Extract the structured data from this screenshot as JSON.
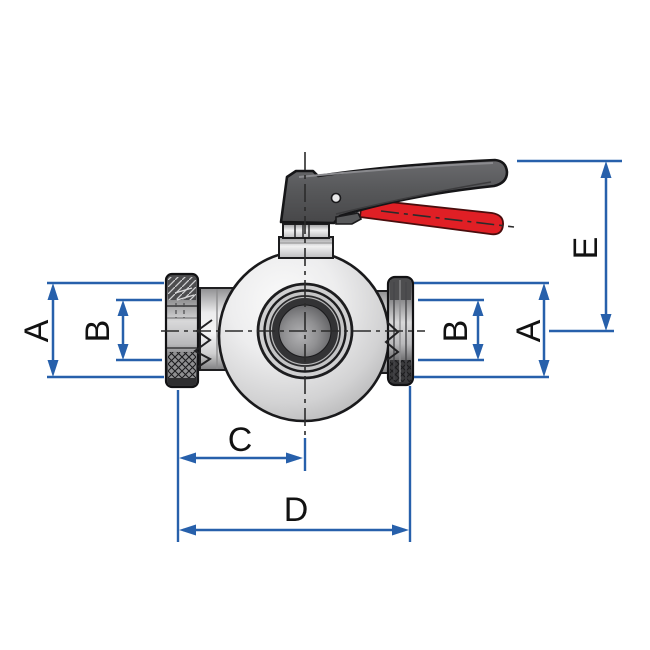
{
  "figure": {
    "kind": "technical dimensional drawing",
    "subject": "three-way ball valve, side view with lever handle"
  },
  "dims": {
    "a_left": {
      "label": "A"
    },
    "b_left": {
      "label": "B"
    },
    "b_right": {
      "label": "B"
    },
    "a_right": {
      "label": "A"
    },
    "e": {
      "label": "E"
    },
    "c": {
      "label": "C"
    },
    "d": {
      "label": "D"
    }
  },
  "colors": {
    "dimension_blue": "#2760ab",
    "label_text": "#121212",
    "handle_gray": "#58595b",
    "lever_red": "#e01f25",
    "body_light": "#f2f2f2",
    "body_shade": "#b2b2b3",
    "outline": "#1a1a1a",
    "background": "#ffffff"
  }
}
